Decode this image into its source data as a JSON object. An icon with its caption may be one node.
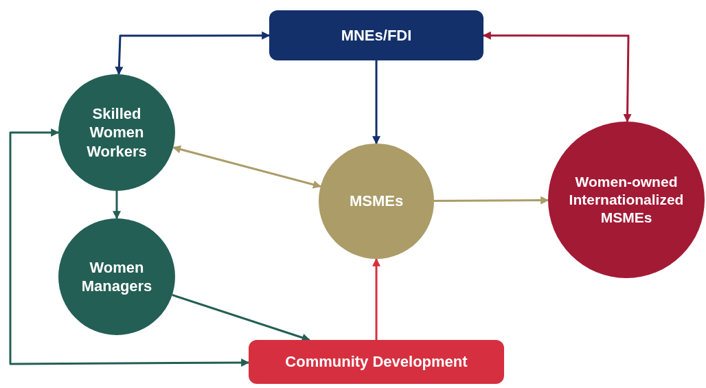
{
  "diagram": {
    "nodes": [
      {
        "text": [
          "MNEs/FDI"
        ]
      },
      {
        "text": [
          "Skilled Women Workers"
        ]
      },
      {
        "text": [
          "Women Managers"
        ]
      },
      {
        "text": [
          "MSMEs"
        ]
      },
      {
        "text": [
          "Women-owned Internationalized MSMEs"
        ]
      },
      {
        "text": [
          "Community Development"
        ]
      }
    ],
    "edges": [
      {
        "from": 0,
        "to": 1,
        "arrow": "both",
        "color": "#13306b"
      },
      {
        "from": 0,
        "to": 3,
        "arrow": "to",
        "color": "#13306b"
      },
      {
        "from": 0,
        "to": 4,
        "arrow": "both",
        "color": "#a31a35"
      },
      {
        "from": 1,
        "to": 3,
        "arrow": "both",
        "color": "#ab9c68"
      },
      {
        "from": 3,
        "to": 4,
        "arrow": "to",
        "color": "#ab9c68"
      },
      {
        "from": 1,
        "to": 2,
        "arrow": "to",
        "color": "#235f55"
      },
      {
        "from": 2,
        "to": 5,
        "arrow": "to",
        "color": "#235f55"
      },
      {
        "from": 5,
        "to": 3,
        "arrow": "to",
        "color": "#d63040"
      },
      {
        "from": 5,
        "to": 1,
        "arrow": "both",
        "color": "#235f55"
      }
    ]
  }
}
